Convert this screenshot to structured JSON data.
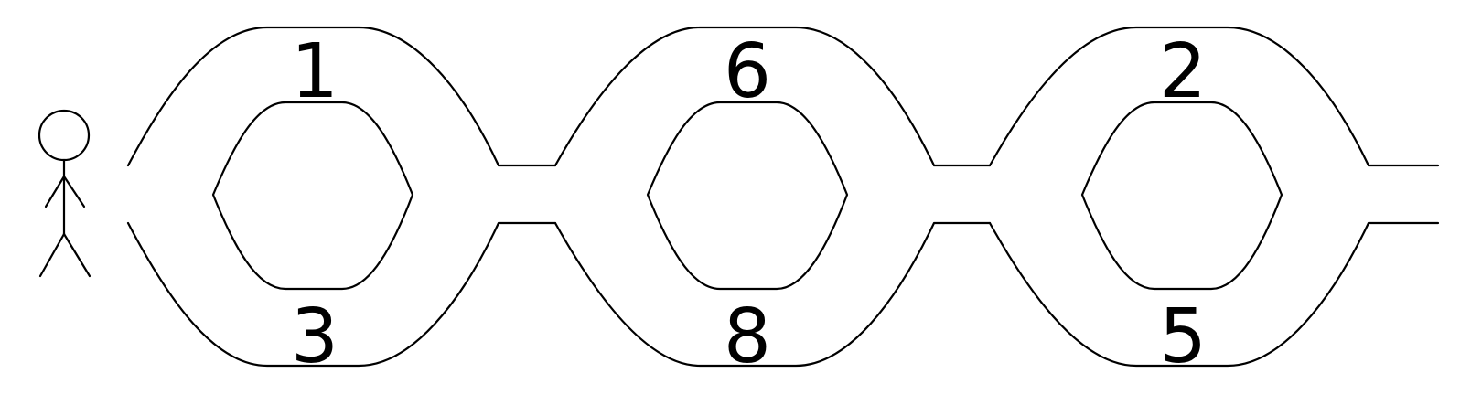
{
  "colors": {
    "stroke": "#000000",
    "background": "#ffffff"
  },
  "figure": {
    "name": "stick-figure-person"
  },
  "loops": [
    {
      "top_number": "1",
      "bottom_number": "3"
    },
    {
      "top_number": "6",
      "bottom_number": "8"
    },
    {
      "top_number": "2",
      "bottom_number": "5"
    }
  ]
}
